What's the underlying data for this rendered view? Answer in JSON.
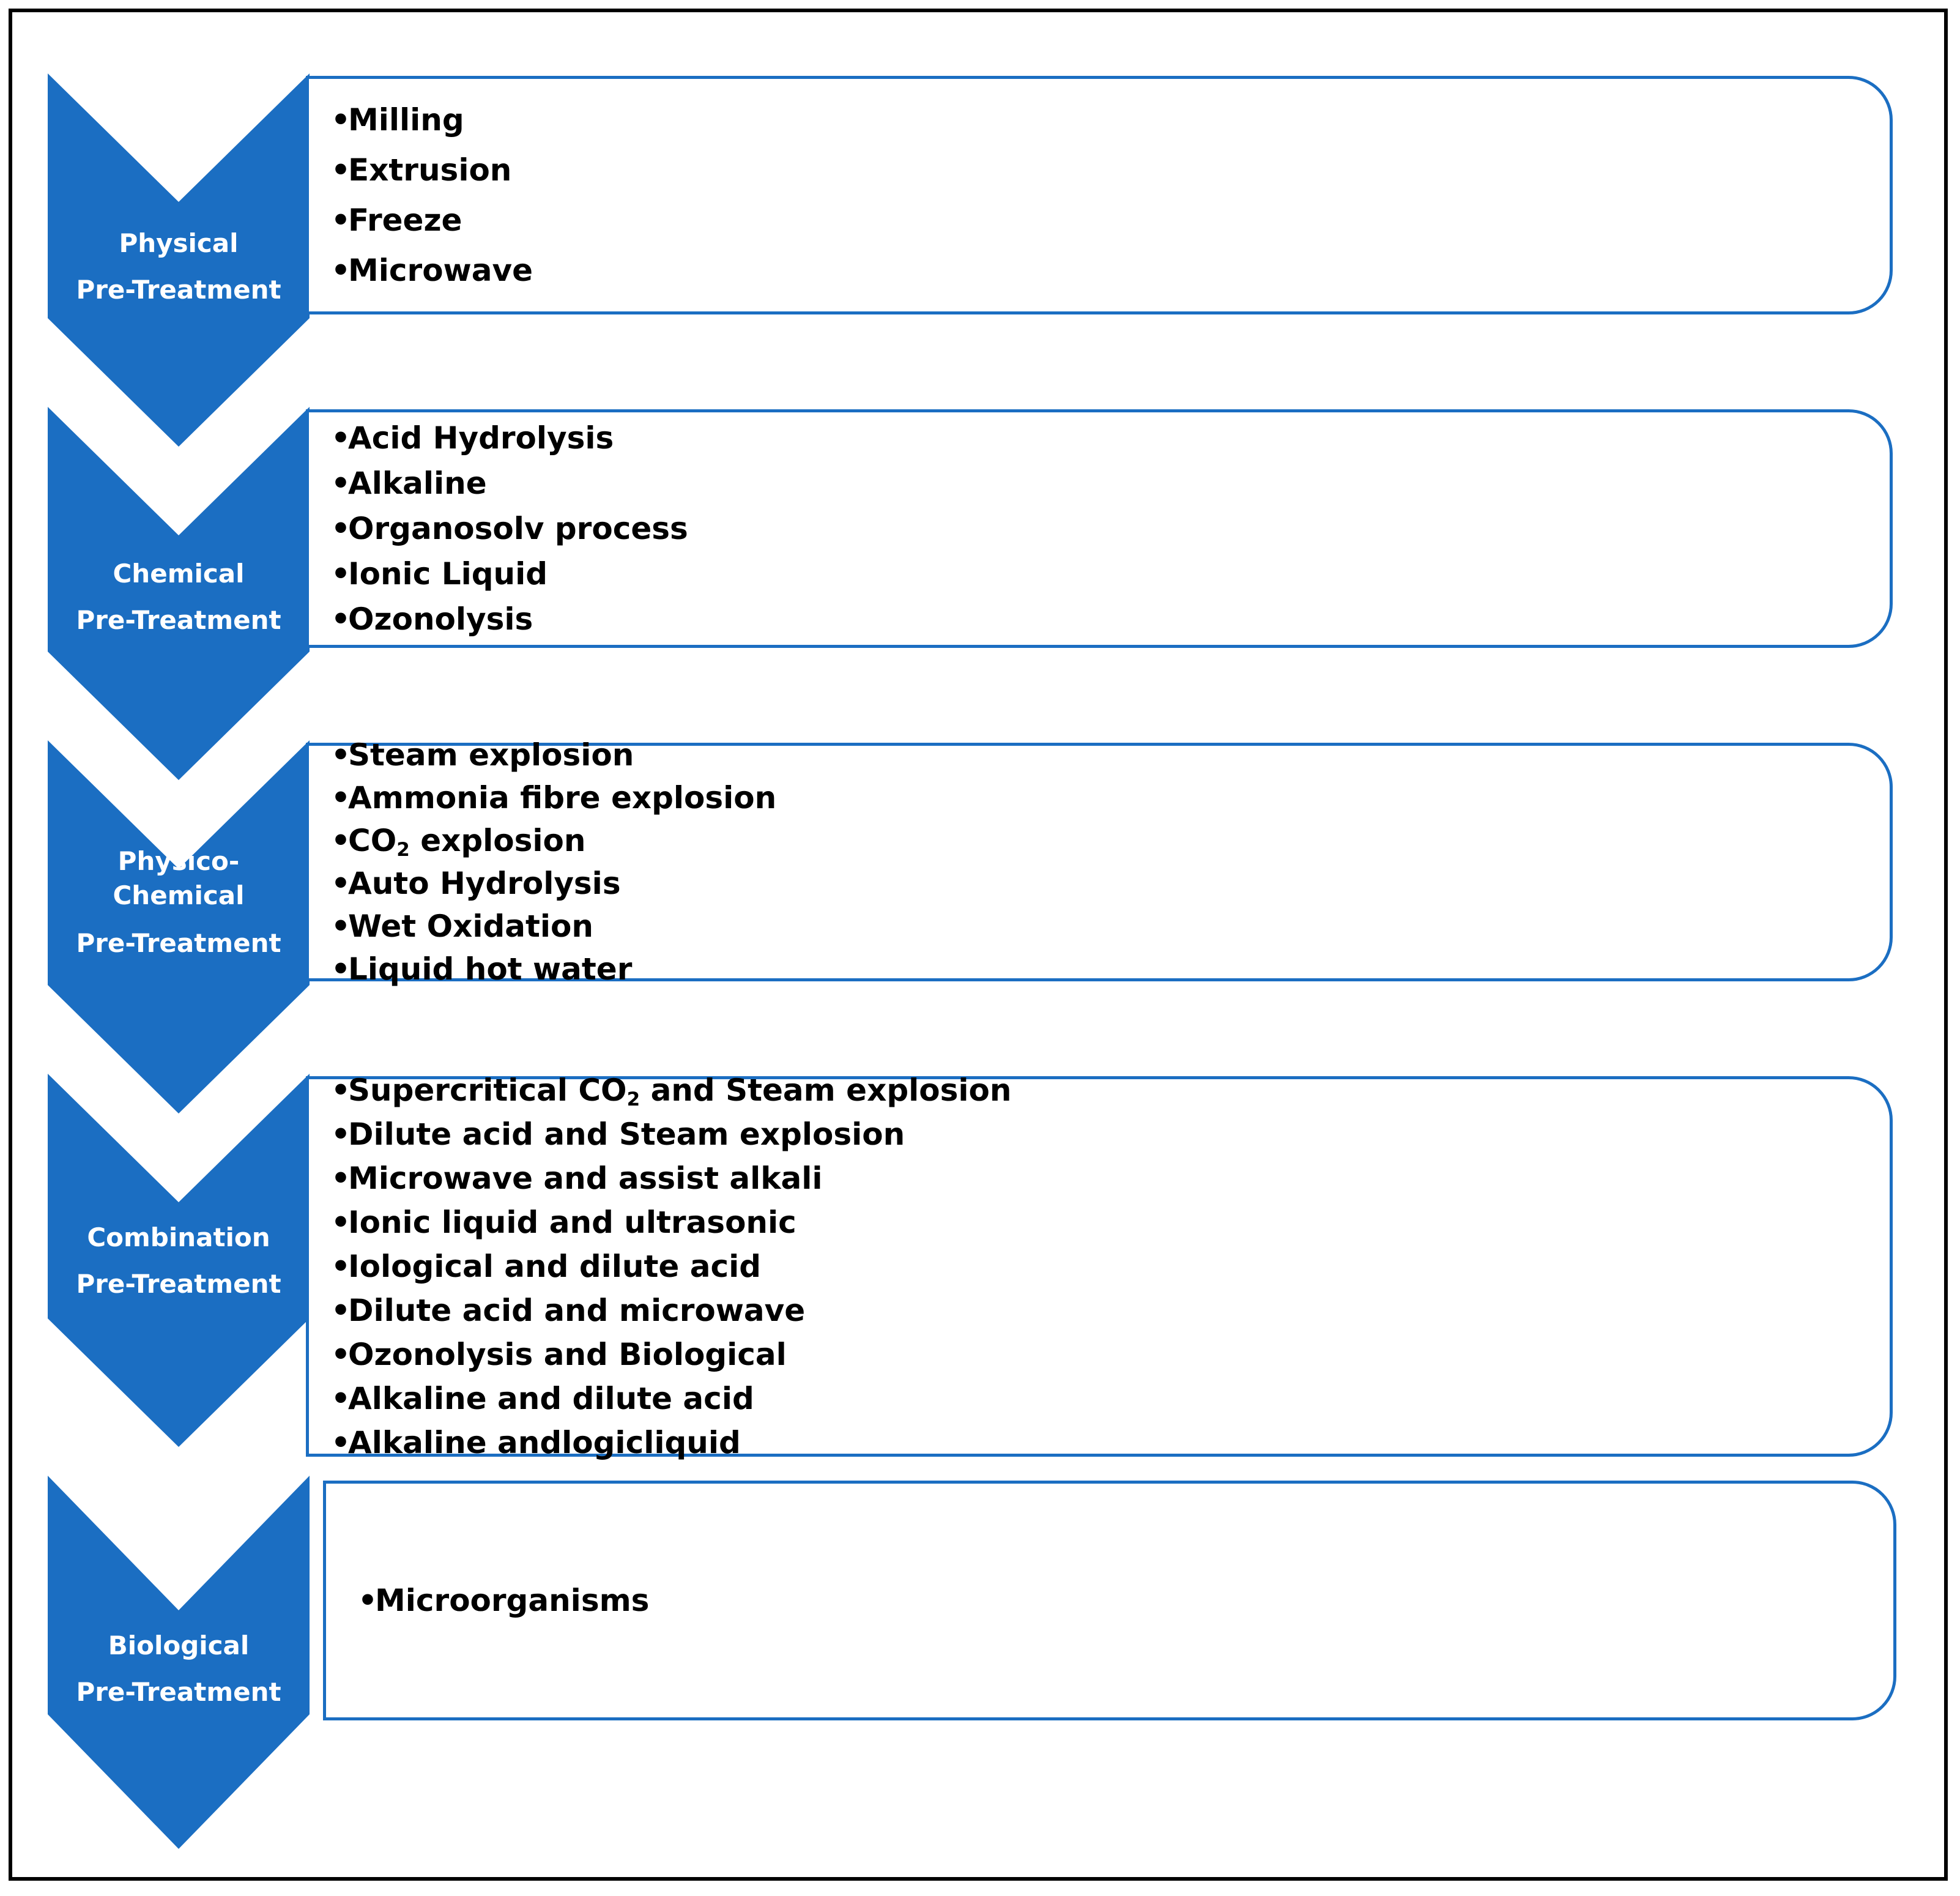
{
  "diagram": {
    "colors": {
      "chevron_fill": "#1b6ec2",
      "box_border": "#1b6ec2",
      "label_text": "#ffffff",
      "item_text": "#000000",
      "frame_border": "#000000"
    },
    "bullet": "•",
    "stages": [
      {
        "label_lines": [
          "Physical",
          "Pre-Treatment"
        ],
        "items": [
          {
            "text": "Milling"
          },
          {
            "text": "Extrusion"
          },
          {
            "text": "Freeze"
          },
          {
            "text": "Microwave"
          }
        ]
      },
      {
        "label_lines": [
          "Chemical",
          "Pre-Treatment"
        ],
        "items": [
          {
            "text": "Acid Hydrolysis"
          },
          {
            "text": "Alkaline"
          },
          {
            "text": "Organosolv process"
          },
          {
            "text": "Ionic Liquid"
          },
          {
            "text": "Ozonolysis"
          }
        ]
      },
      {
        "label_lines": [
          "Physico-",
          "Chemical",
          "Pre-Treatment"
        ],
        "items": [
          {
            "text": "Steam explosion"
          },
          {
            "text": "Ammonia fibre explosion"
          },
          {
            "pre": "CO",
            "sub": "2",
            "post": " explosion"
          },
          {
            "text": "Auto Hydrolysis"
          },
          {
            "text": "Wet Oxidation"
          },
          {
            "text": "Liquid hot water"
          }
        ]
      },
      {
        "label_lines": [
          "Combination",
          "Pre-Treatment"
        ],
        "items": [
          {
            "pre": "Supercritical CO",
            "sub": "2",
            "post": " and Steam explosion"
          },
          {
            "text": "Dilute acid and Steam explosion"
          },
          {
            "text": "Microwave and assist alkali"
          },
          {
            "text": "Ionic liquid and ultrasonic"
          },
          {
            "text": "Iological and dilute acid"
          },
          {
            "text": "Dilute acid and microwave"
          },
          {
            "text": "Ozonolysis and Biological"
          },
          {
            "text": "Alkaline and dilute acid"
          },
          {
            "text": "Alkaline andlogicliquid"
          }
        ]
      },
      {
        "label_lines": [
          "Biological",
          "Pre-Treatment"
        ],
        "items": [
          {
            "text": "Microorganisms"
          }
        ]
      }
    ]
  }
}
